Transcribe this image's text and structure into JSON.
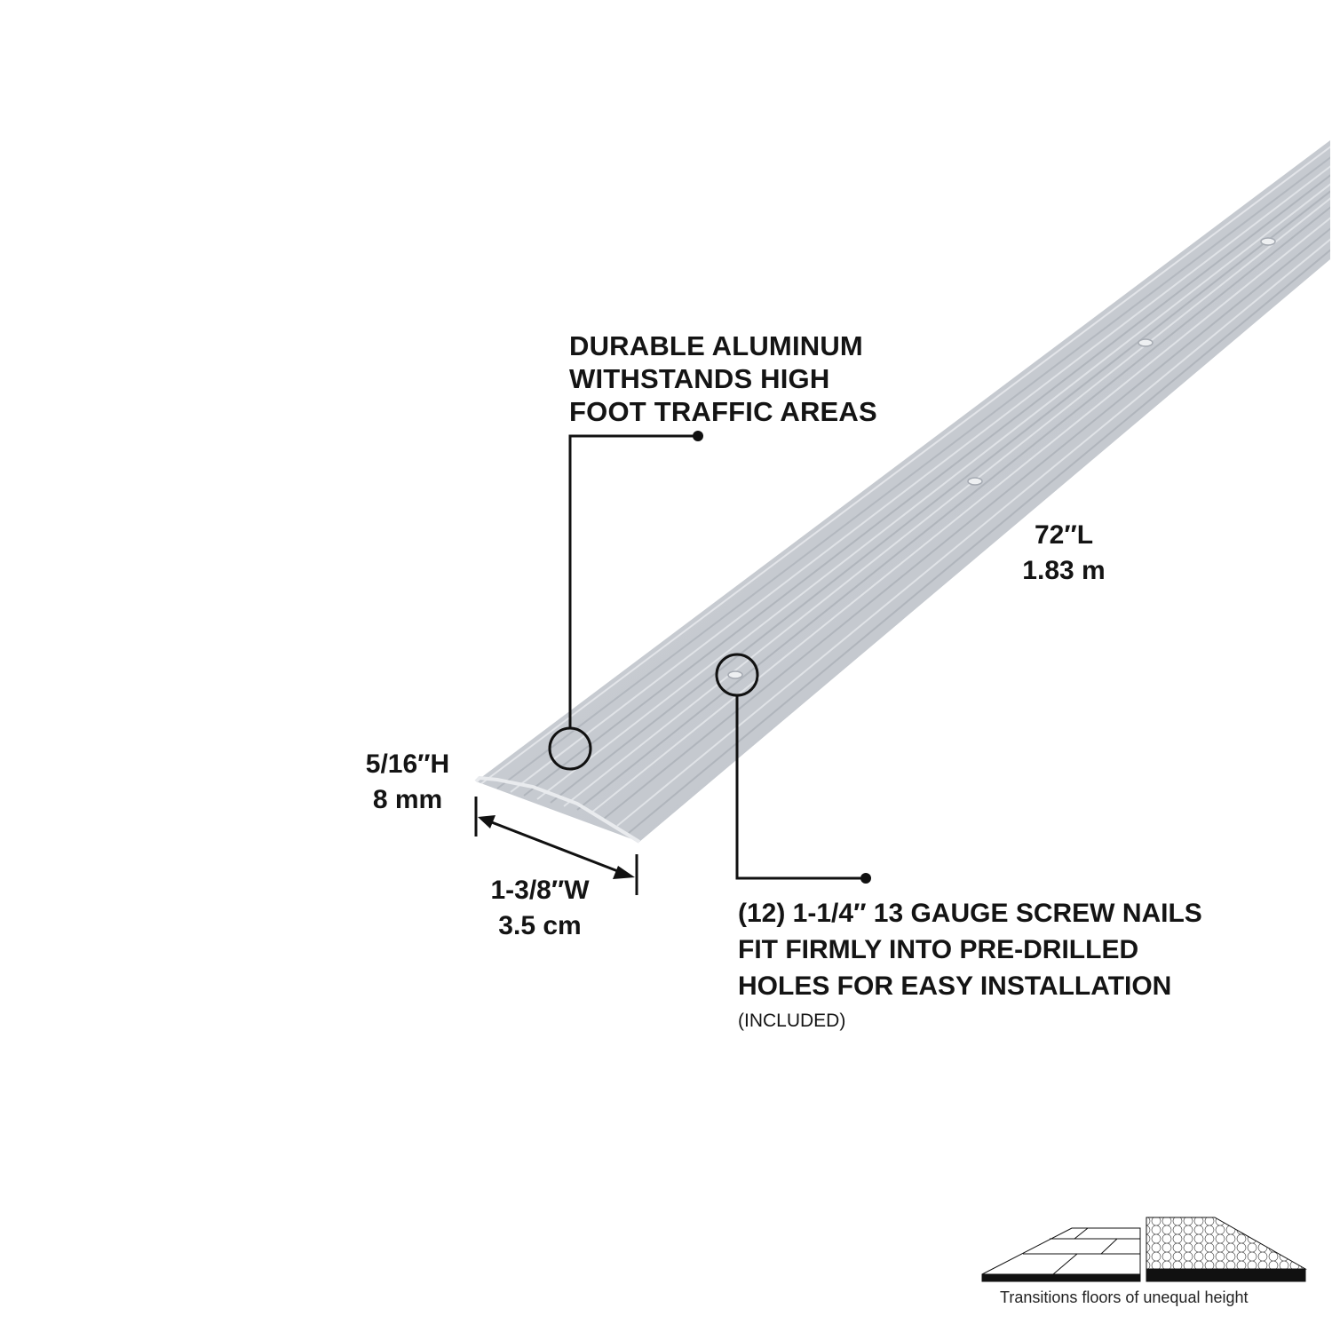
{
  "product": {
    "material": "aluminum",
    "color_hex": "#c9cdd3"
  },
  "callouts": {
    "durability": {
      "lines": [
        "DURABLE ALUMINUM",
        "WITHSTANDS HIGH",
        "FOOT TRAFFIC AREAS"
      ]
    },
    "fasteners": {
      "lines": [
        "(12) 1-1/4″ 13 GAUGE SCREW NAILS",
        "FIT FIRMLY INTO PRE-DRILLED",
        "HOLES FOR EASY INSTALLATION"
      ],
      "note": "(INCLUDED)"
    }
  },
  "dimensions": {
    "height": {
      "imperial": "5/16″H",
      "metric": "8 mm"
    },
    "width": {
      "imperial": "1-3/8″W",
      "metric": "3.5 cm"
    },
    "length": {
      "imperial": "72″L",
      "metric": "1.83 m"
    }
  },
  "floor_icon": {
    "caption": "Transitions floors of unequal height",
    "left_floor": "tile",
    "right_floor": "carpet"
  }
}
